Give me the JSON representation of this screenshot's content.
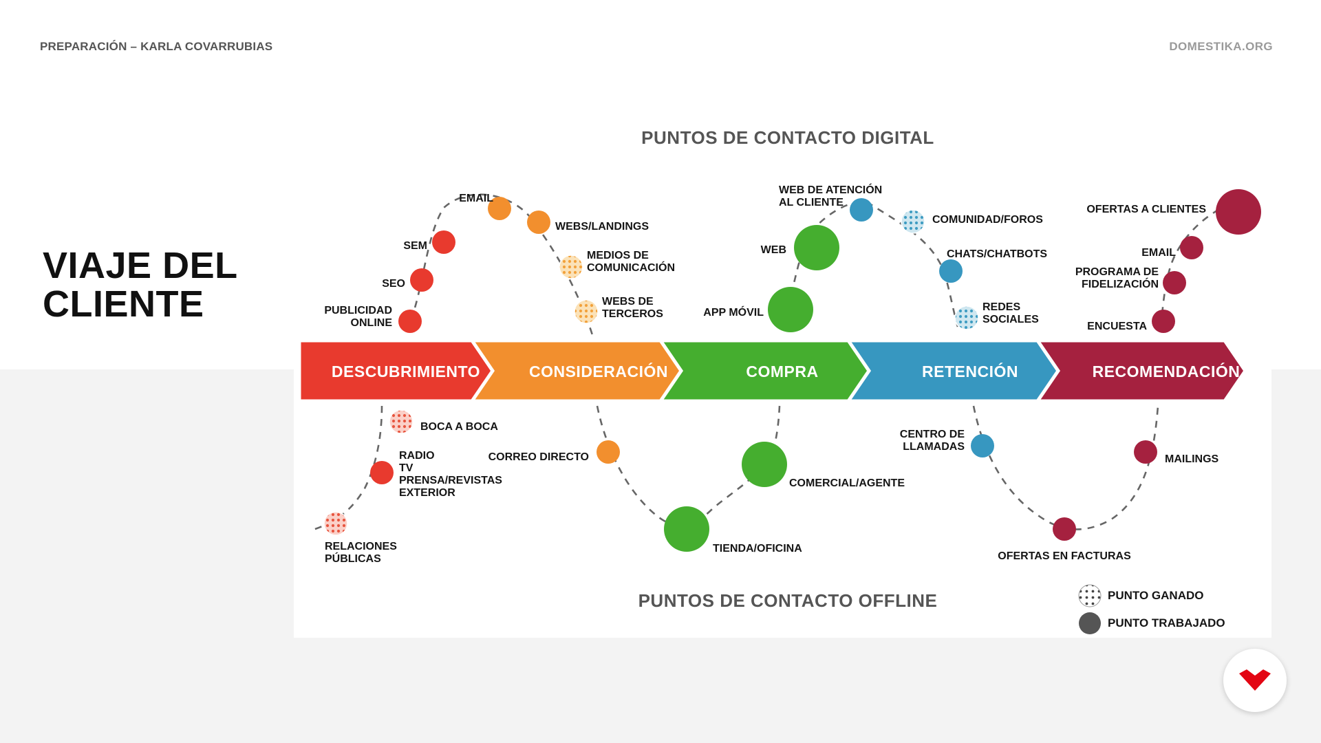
{
  "header": {
    "left_text": "PREPARACIÓN – KARLA COVARRUBIAS",
    "right_text": "DOMESTIKA.ORG"
  },
  "title_lines": [
    "VIAJE DEL",
    "CLIENTE"
  ],
  "diagram": {
    "digital_title": "PUNTOS DE CONTACTO DIGITAL",
    "offline_title": "PUNTOS DE CONTACTO OFFLINE",
    "stages": [
      {
        "label": "DESCUBRIMIENTO",
        "color": "#e83a2e"
      },
      {
        "label": "CONSIDERACIÓN",
        "color": "#f28f2e"
      },
      {
        "label": "COMPRA",
        "color": "#45ae2f"
      },
      {
        "label": "RETENCIÓN",
        "color": "#3797c0"
      },
      {
        "label": "RECOMENDACIÓN",
        "color": "#a5213f"
      }
    ],
    "touchpoints": [
      {
        "label": [
          "PUBLICIDAD",
          "ONLINE"
        ],
        "stage": 0,
        "type": "worked"
      },
      {
        "label": [
          "SEO"
        ],
        "stage": 0,
        "type": "worked"
      },
      {
        "label": [
          "SEM"
        ],
        "stage": 0,
        "type": "worked"
      },
      {
        "label": [
          "EMAIL"
        ],
        "stage": 1,
        "type": "worked"
      },
      {
        "label": [
          "WEBS/LANDINGS"
        ],
        "stage": 1,
        "type": "worked"
      },
      {
        "label": [
          "MEDIOS DE",
          "COMUNICACIÓN"
        ],
        "stage": 1,
        "type": "earned"
      },
      {
        "label": [
          "WEBS DE",
          "TERCEROS"
        ],
        "stage": 1,
        "type": "earned"
      },
      {
        "label": [
          "APP MÓVIL"
        ],
        "stage": 2,
        "type": "worked"
      },
      {
        "label": [
          "WEB"
        ],
        "stage": 2,
        "type": "worked"
      },
      {
        "label": [
          "WEB DE ATENCIÓN",
          "AL CLIENTE"
        ],
        "stage": 3,
        "type": "worked"
      },
      {
        "label": [
          "COMUNIDAD/FOROS"
        ],
        "stage": 3,
        "type": "earned"
      },
      {
        "label": [
          "CHATS/CHATBOTS"
        ],
        "stage": 3,
        "type": "worked"
      },
      {
        "label": [
          "REDES",
          "SOCIALES"
        ],
        "stage": 3,
        "type": "earned"
      },
      {
        "label": [
          "OFERTAS A CLIENTES"
        ],
        "stage": 4,
        "type": "worked"
      },
      {
        "label": [
          "EMAIL"
        ],
        "stage": 4,
        "type": "worked"
      },
      {
        "label": [
          "PROGRAMA DE",
          "FIDELIZACIÓN"
        ],
        "stage": 4,
        "type": "worked"
      },
      {
        "label": [
          "ENCUESTA"
        ],
        "stage": 4,
        "type": "worked"
      },
      {
        "label": [
          "BOCA A BOCA"
        ],
        "stage": 0,
        "type": "earned"
      },
      {
        "label": [
          "RADIO",
          "TV",
          "PRENSA/REVISTAS",
          "EXTERIOR"
        ],
        "stage": 0,
        "type": "worked"
      },
      {
        "label": [
          "RELACIONES",
          "PÚBLICAS"
        ],
        "stage": 0,
        "type": "earned"
      },
      {
        "label": [
          "CORREO DIRECTO"
        ],
        "stage": 1,
        "type": "worked"
      },
      {
        "label": [
          "TIENDA/OFICINA"
        ],
        "stage": 2,
        "type": "worked"
      },
      {
        "label": [
          "COMERCIAL/AGENTE"
        ],
        "stage": 2,
        "type": "worked"
      },
      {
        "label": [
          "CENTRO DE",
          "LLAMADAS"
        ],
        "stage": 3,
        "type": "worked"
      },
      {
        "label": [
          "OFERTAS EN FACTURAS"
        ],
        "stage": 4,
        "type": "worked"
      },
      {
        "label": [
          "MAILINGS"
        ],
        "stage": 4,
        "type": "worked"
      }
    ],
    "legend": [
      {
        "label": "PUNTO GANADO",
        "type": "earned"
      },
      {
        "label": "PUNTO TRABAJADO",
        "type": "worked"
      }
    ]
  }
}
